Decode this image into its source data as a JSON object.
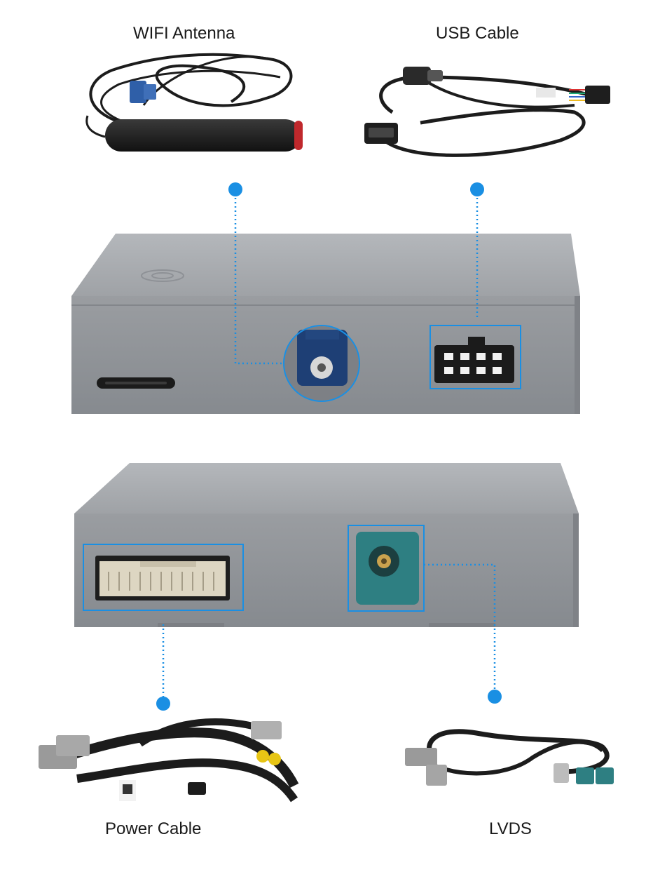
{
  "labels": {
    "wifi_antenna": "WIFI Antenna",
    "usb_cable": "USB Cable",
    "power_cable": "Power Cable",
    "lvds": "LVDS"
  },
  "colors": {
    "accent": "#1a8fe3",
    "box_front": "#8e9196",
    "box_top": "#a3a6aa",
    "cable": "#1c1c1c",
    "blue_connector": "#2f5fa8",
    "teal_connector": "#2e7f82"
  },
  "icons": [
    "wifi-antenna",
    "usb-cable",
    "power-harness",
    "lvds-cable"
  ]
}
